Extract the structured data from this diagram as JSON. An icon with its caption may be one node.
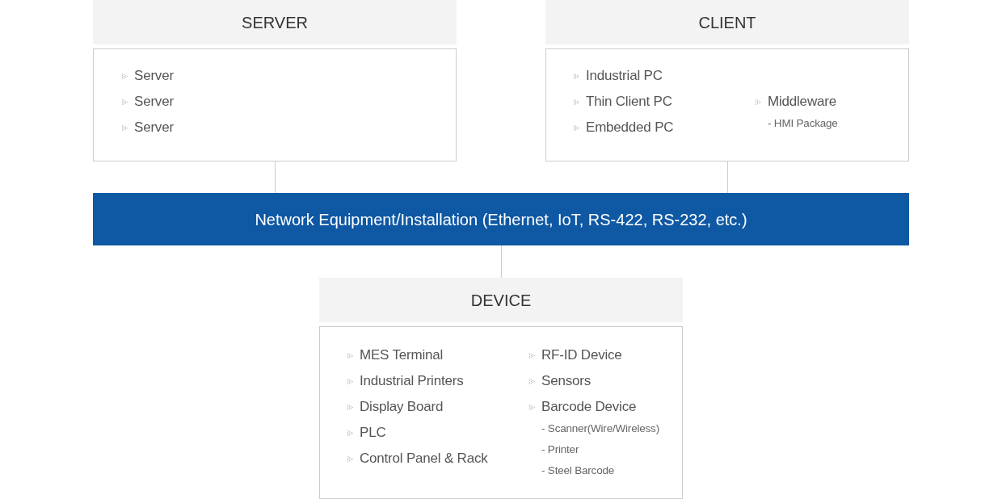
{
  "diagram": {
    "nodes": [
      {
        "text": [
          "SERVER"
        ]
      },
      {
        "text": [
          "Server",
          "Server",
          "Server"
        ]
      },
      {
        "text": [
          "CLIENT"
        ]
      },
      {
        "text": [
          "Industrial PC",
          "Thin Client PC",
          "Embedded PC",
          "Middleware",
          "- HMI Package"
        ]
      },
      {
        "text": [
          "Network Equipment/Installation (Ethernet, IoT, RS-422, RS-232, etc.)"
        ]
      },
      {
        "text": [
          "DEVICE"
        ]
      },
      {
        "text": [
          "MES Terminal",
          "Industrial Printers",
          "Display Board",
          "PLC",
          "Control Panel & Rack",
          "RF-ID Device",
          "Sensors",
          "Barcode Device",
          "- Scanner(Wire/Wireless)",
          "- Printer",
          "- Steel Barcode"
        ]
      }
    ],
    "edges": [
      {
        "from": 1,
        "to": 4,
        "arrow": "none"
      },
      {
        "from": 3,
        "to": 4,
        "arrow": "none"
      },
      {
        "from": 4,
        "to": 5,
        "arrow": "none"
      }
    ]
  }
}
